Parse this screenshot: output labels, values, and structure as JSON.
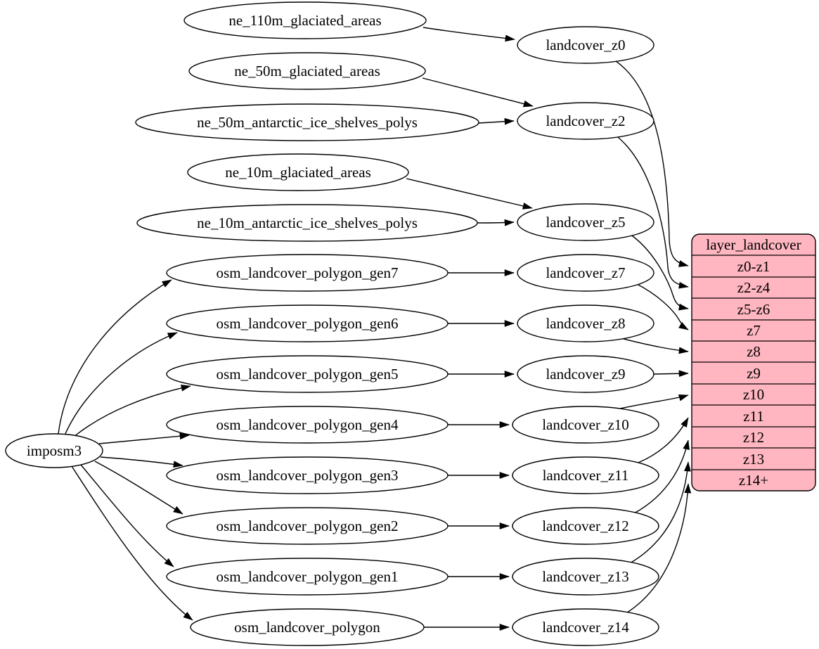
{
  "root": {
    "label": "imposm3"
  },
  "sources": [
    "ne_110m_glaciated_areas",
    "ne_50m_glaciated_areas",
    "ne_50m_antarctic_ice_shelves_polys",
    "ne_10m_glaciated_areas",
    "ne_10m_antarctic_ice_shelves_polys",
    "osm_landcover_polygon_gen7",
    "osm_landcover_polygon_gen6",
    "osm_landcover_polygon_gen5",
    "osm_landcover_polygon_gen4",
    "osm_landcover_polygon_gen3",
    "osm_landcover_polygon_gen2",
    "osm_landcover_polygon_gen1",
    "osm_landcover_polygon"
  ],
  "stages": [
    "landcover_z0",
    "landcover_z2",
    "landcover_z5",
    "landcover_z7",
    "landcover_z8",
    "landcover_z9",
    "landcover_z10",
    "landcover_z11",
    "landcover_z12",
    "landcover_z13",
    "landcover_z14"
  ],
  "table": {
    "title": "layer_landcover",
    "rows": [
      "z0-z1",
      "z2-z4",
      "z5-z6",
      "z7",
      "z8",
      "z9",
      "z10",
      "z11",
      "z12",
      "z13",
      "z14+"
    ]
  },
  "colors": {
    "table_fill": "#ffb6c1",
    "node_fill": "#ffffff",
    "stroke": "#000000"
  },
  "edges": [
    [
      "imposm3",
      "osm_landcover_polygon_gen7"
    ],
    [
      "imposm3",
      "osm_landcover_polygon_gen6"
    ],
    [
      "imposm3",
      "osm_landcover_polygon_gen5"
    ],
    [
      "imposm3",
      "osm_landcover_polygon_gen4"
    ],
    [
      "imposm3",
      "osm_landcover_polygon_gen3"
    ],
    [
      "imposm3",
      "osm_landcover_polygon_gen2"
    ],
    [
      "imposm3",
      "osm_landcover_polygon_gen1"
    ],
    [
      "imposm3",
      "osm_landcover_polygon"
    ],
    [
      "ne_110m_glaciated_areas",
      "landcover_z0"
    ],
    [
      "ne_50m_glaciated_areas",
      "landcover_z2"
    ],
    [
      "ne_50m_antarctic_ice_shelves_polys",
      "landcover_z2"
    ],
    [
      "ne_10m_glaciated_areas",
      "landcover_z5"
    ],
    [
      "ne_10m_antarctic_ice_shelves_polys",
      "landcover_z5"
    ],
    [
      "osm_landcover_polygon_gen7",
      "landcover_z7"
    ],
    [
      "osm_landcover_polygon_gen6",
      "landcover_z8"
    ],
    [
      "osm_landcover_polygon_gen5",
      "landcover_z9"
    ],
    [
      "osm_landcover_polygon_gen4",
      "landcover_z10"
    ],
    [
      "osm_landcover_polygon_gen3",
      "landcover_z11"
    ],
    [
      "osm_landcover_polygon_gen2",
      "landcover_z12"
    ],
    [
      "osm_landcover_polygon_gen1",
      "landcover_z13"
    ],
    [
      "osm_landcover_polygon",
      "landcover_z14"
    ],
    [
      "landcover_z0",
      "layer_landcover:z0-z1"
    ],
    [
      "landcover_z2",
      "layer_landcover:z2-z4"
    ],
    [
      "landcover_z5",
      "layer_landcover:z5-z6"
    ],
    [
      "landcover_z7",
      "layer_landcover:z7"
    ],
    [
      "landcover_z8",
      "layer_landcover:z8"
    ],
    [
      "landcover_z9",
      "layer_landcover:z9"
    ],
    [
      "landcover_z10",
      "layer_landcover:z10"
    ],
    [
      "landcover_z11",
      "layer_landcover:z11"
    ],
    [
      "landcover_z12",
      "layer_landcover:z12"
    ],
    [
      "landcover_z13",
      "layer_landcover:z13"
    ],
    [
      "landcover_z14",
      "layer_landcover:z14+"
    ]
  ]
}
